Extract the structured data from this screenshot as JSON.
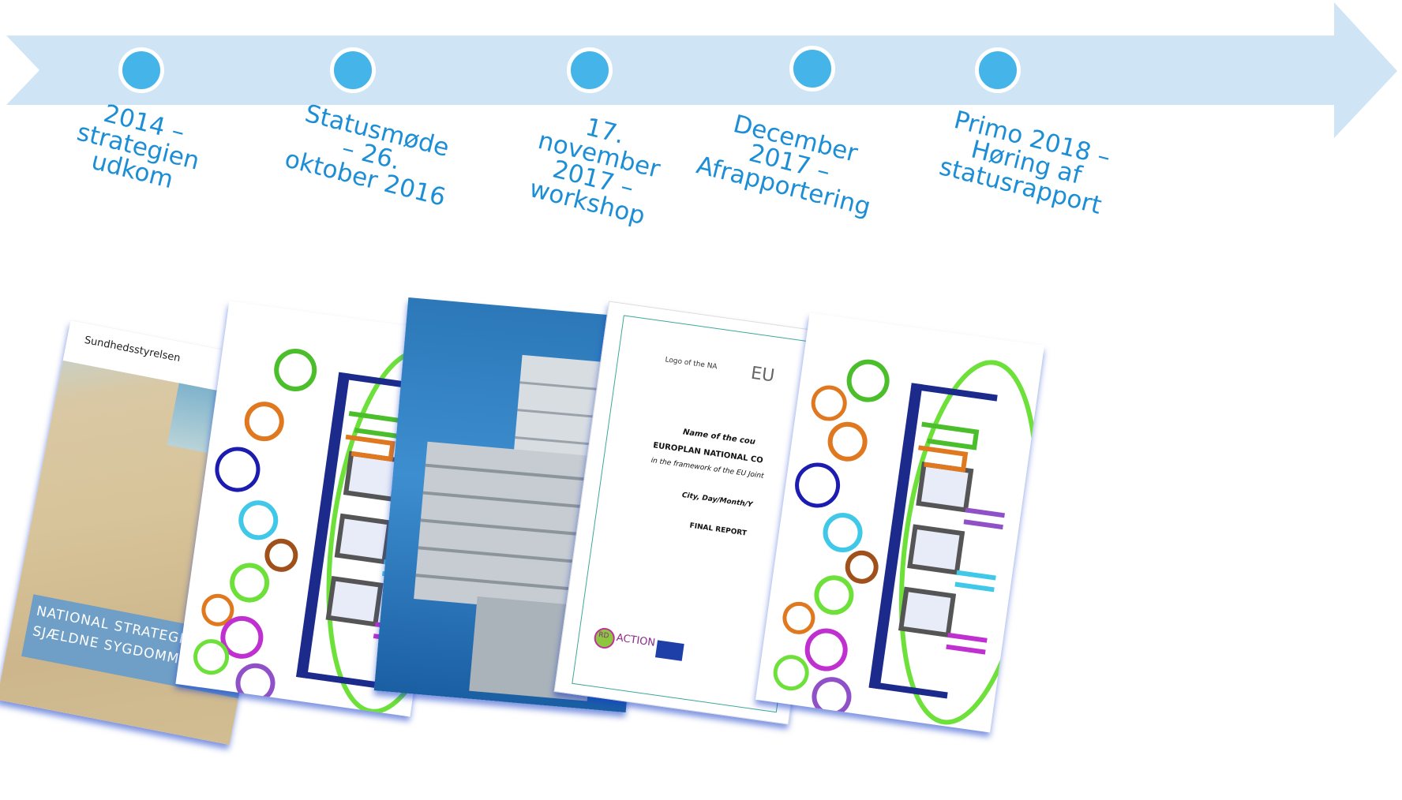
{
  "timeline": {
    "milestones": [
      {
        "label": "2014 –\nstrategien\nudkom"
      },
      {
        "label": "Statusmøde\n– 26.\noktober 2016"
      },
      {
        "label": "17.\nnovember\n2017 –\nworkshop"
      },
      {
        "label": "December\n2017 –\nAfrapportering"
      },
      {
        "label": "Primo 2018 –\nHøring af\nstatusrapport"
      }
    ],
    "arrow_color": "#cfe4f4",
    "dot_color": "#45b4e8",
    "text_color": "#1b8ed6"
  },
  "documents": {
    "strategy_cover": {
      "publisher": "Sundhedsstyrelsen",
      "title_line1": "NATIONAL STRATEGI FO",
      "title_line2": "SJÆLDNE SYGDOMME"
    },
    "report_template": {
      "logo_label": "Logo of the NA",
      "eu_mark": "EU",
      "line1": "Name of the cou",
      "line2": "EUROPLAN NATIONAL CO",
      "line3": "in the framework of the EU Joint",
      "line4": "City, Day/Month/Y",
      "line5": "FINAL REPORT",
      "rd_action": "ACTION",
      "rd_prefix": "RD"
    }
  }
}
